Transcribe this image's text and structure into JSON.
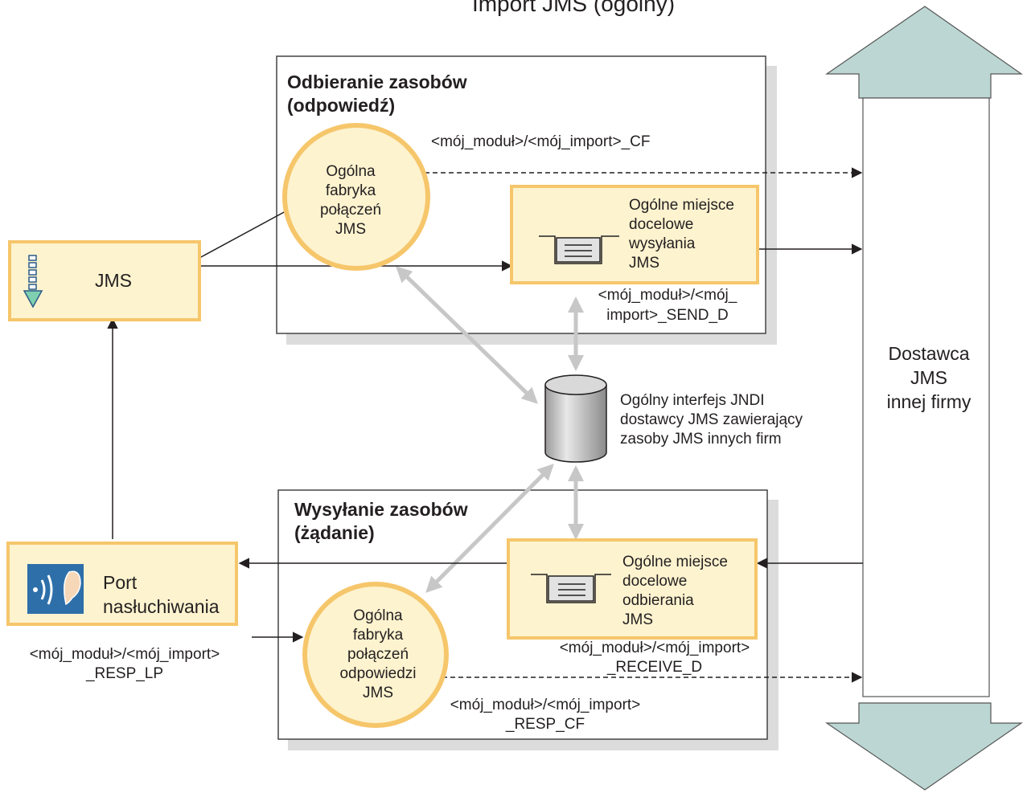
{
  "title": "Import JMS (ogólny)",
  "receive_group": {
    "title_l1": "Odbieranie zasobów",
    "title_l2": "(odpowiedź)"
  },
  "send_group": {
    "title_l1": "Wysyłanie zasobów",
    "title_l2": "(żądanie)"
  },
  "jms_box": {
    "label": "JMS"
  },
  "listener": {
    "label_l1": "Port",
    "label_l2": "nasłuchiwania",
    "name_l1": "<mój_moduł>/<mój_import>",
    "name_l2": "_RESP_LP"
  },
  "cf_top": {
    "l1": "Ogólna",
    "l2": "fabryka",
    "l3": "połączeń",
    "l4": "JMS",
    "name": "<mój_moduł>/<mój_import>_CF"
  },
  "send_dest": {
    "l1": "Ogólne miejsce",
    "l2": "docelowe",
    "l3": "wysyłania",
    "l4": "JMS",
    "name_l1": "<mój_moduł>/<mój_",
    "name_l2": "import>_SEND_D"
  },
  "jndi": {
    "l1": "Ogólny interfejs JNDI",
    "l2": "dostawcy JMS zawierający",
    "l3": "zasoby JMS innych firm"
  },
  "recv_dest": {
    "l1": "Ogólne miejsce",
    "l2": "docelowe",
    "l3": "odbierania",
    "l4": "JMS",
    "name_l1": "<mój_moduł>/<mój_import>",
    "name_l2": "_RECEIVE_D"
  },
  "cf_bottom": {
    "l1": "Ogólna",
    "l2": "fabryka",
    "l3": "połączeń",
    "l4": "odpowiedzi",
    "l5": "JMS",
    "name_l1": "<mój_moduł>/<mój_import>",
    "name_l2": "_RESP_CF"
  },
  "provider": {
    "l1": "Dostawca",
    "l2": "JMS",
    "l3": "innej firmy"
  },
  "colors": {
    "box_fill": "#fdf3cf",
    "box_border": "#f6c66b",
    "circle_fill": "#fdf3cf",
    "circle_border": "#f6c66b",
    "provider_arrow": "#bcd7d3",
    "gray_arrow": "#c7c7c7",
    "shadow": "#dcdcdc"
  }
}
